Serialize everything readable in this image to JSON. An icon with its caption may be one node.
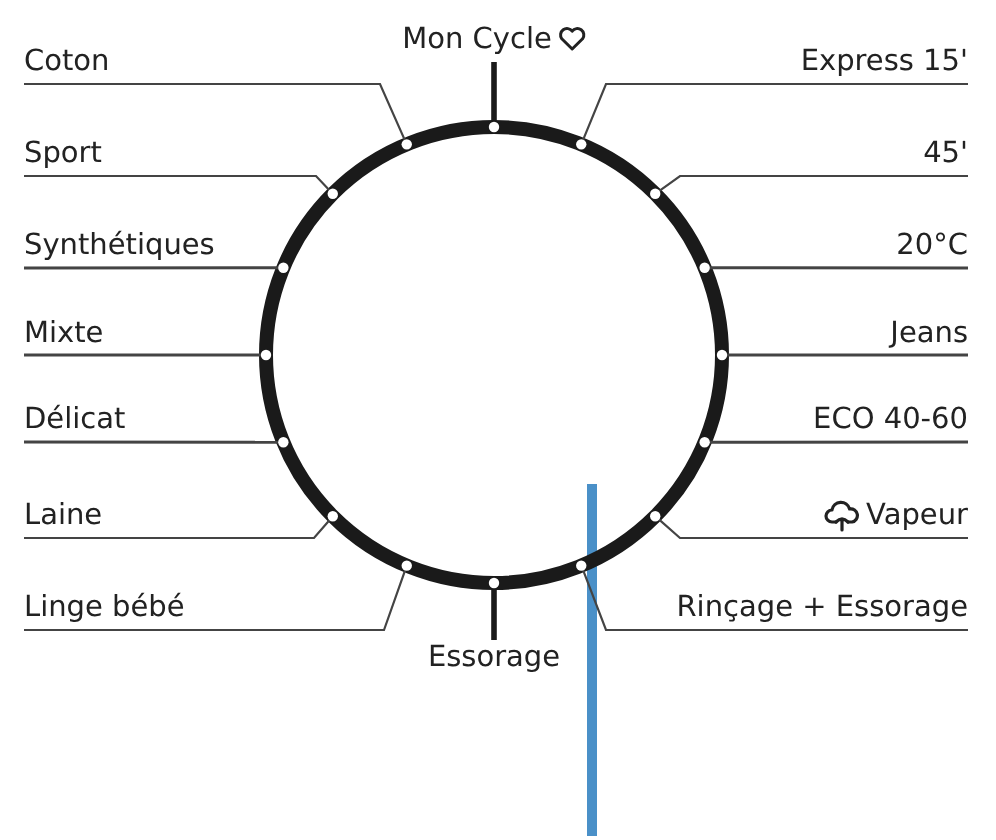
{
  "diagram": {
    "nodes": [
      {
        "text": [
          "Coton"
        ]
      },
      {
        "text": [
          "Mon Cycle"
        ]
      },
      {
        "text": [
          "Express 15'"
        ]
      },
      {
        "text": [
          "Sport"
        ]
      },
      {
        "text": [
          "45'"
        ]
      },
      {
        "text": [
          "Synthétiques"
        ]
      },
      {
        "text": [
          "20°C"
        ]
      },
      {
        "text": [
          "Mixte"
        ]
      },
      {
        "text": [
          "Jeans"
        ]
      },
      {
        "text": [
          "Délicat"
        ]
      },
      {
        "text": [
          "ECO 40-60"
        ]
      },
      {
        "text": [
          "Laine"
        ]
      },
      {
        "text": [
          "Vapeur"
        ]
      },
      {
        "text": [
          "Linge bébé"
        ]
      },
      {
        "text": [
          "Rinçage + Essorage"
        ]
      },
      {
        "text": [
          "Essorage"
        ]
      },
      {
        "text": [],
        "shape": "circle"
      },
      {
        "text": [],
        "shape": "circle"
      },
      {
        "text": [],
        "shape": "circle"
      },
      {
        "text": [],
        "shape": "circle"
      },
      {
        "text": [],
        "shape": "circle"
      },
      {
        "text": [],
        "shape": "circle"
      },
      {
        "text": [],
        "shape": "circle"
      },
      {
        "text": [],
        "shape": "circle"
      },
      {
        "text": [],
        "shape": "circle"
      },
      {
        "text": [],
        "shape": "circle"
      },
      {
        "text": [],
        "shape": "circle"
      },
      {
        "text": [],
        "shape": "circle"
      },
      {
        "text": [],
        "shape": "circle"
      },
      {
        "text": [],
        "shape": "circle"
      },
      {
        "text": [],
        "shape": "circle"
      },
      {
        "text": [],
        "shape": "circle"
      }
    ],
    "edges": [
      {
        "from": 0,
        "to": 17,
        "arrow": "none"
      },
      {
        "from": 1,
        "to": 16,
        "arrow": "none",
        "style": "thick"
      },
      {
        "from": 2,
        "to": 18,
        "arrow": "none"
      },
      {
        "from": 3,
        "to": 19,
        "arrow": "none"
      },
      {
        "from": 4,
        "to": 20,
        "arrow": "none"
      },
      {
        "from": 5,
        "to": 21,
        "arrow": "none"
      },
      {
        "from": 6,
        "to": 22,
        "arrow": "none"
      },
      {
        "from": 7,
        "to": 23,
        "arrow": "none"
      },
      {
        "from": 8,
        "to": 24,
        "arrow": "none"
      },
      {
        "from": 9,
        "to": 25,
        "arrow": "none"
      },
      {
        "from": 10,
        "to": 26,
        "arrow": "none"
      },
      {
        "from": 11,
        "to": 27,
        "arrow": "none"
      },
      {
        "from": 12,
        "to": 28,
        "arrow": "none"
      },
      {
        "from": 13,
        "to": 29,
        "arrow": "none"
      },
      {
        "from": 14,
        "to": 30,
        "arrow": "none"
      },
      {
        "from": 15,
        "to": 31,
        "arrow": "none",
        "style": "thick"
      }
    ]
  }
}
